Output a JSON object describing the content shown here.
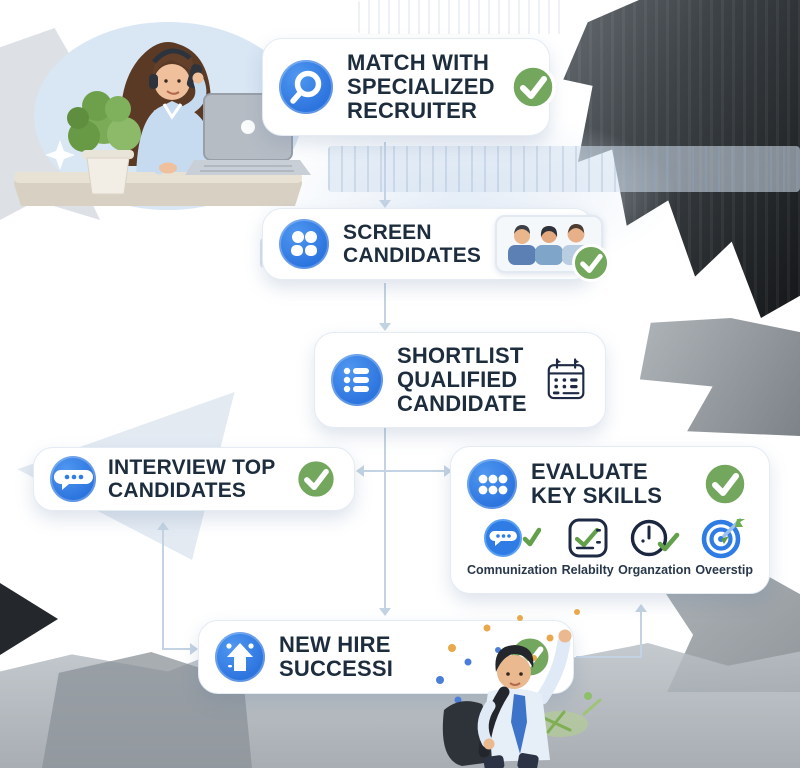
{
  "steps": [
    {
      "label": "MATCH WITH SPECIALIZED RECRUITER",
      "icon": "search-icon",
      "status": "checked"
    },
    {
      "label": "SCREEN CANDIDATES",
      "icon": "people-icon",
      "status": "checked",
      "attachment": "candidates-photo"
    },
    {
      "label": "SHORTLIST QUALIFIED CANDIDATE",
      "icon": "list-icon",
      "attachment": "calendar-icon"
    },
    {
      "label": "INTERVIEW TOP CANDIDATES",
      "icon": "chat-icon",
      "status": "checked"
    },
    {
      "label": "EVALUATE KEY SKILLS",
      "icon": "dots-grid-icon",
      "status": "checked",
      "skills": [
        {
          "label": "Comnunization",
          "icon": "chat-check-icon"
        },
        {
          "label": "Relabilty",
          "icon": "checkbox-check-icon"
        },
        {
          "label": "Organzation",
          "icon": "clock-check-icon"
        },
        {
          "label": "Oveerstip",
          "icon": "target-dart-icon"
        }
      ]
    },
    {
      "label": "NEW HIRE SUCCESSI",
      "icon": "person-rise-icon",
      "status": "checked"
    }
  ],
  "illustrations": [
    {
      "name": "recruiter-woman-at-desk",
      "position": "top-left"
    },
    {
      "name": "celebrating-new-hire-man",
      "position": "bottom-center"
    }
  ],
  "colors": {
    "accent_blue": "#2e7ce4",
    "check_green": "#74a75e",
    "text_navy": "#1d2d3e",
    "outline_navy": "#1e2a44",
    "connector": "#c3d3e3",
    "card_bg": "#ffffff"
  }
}
